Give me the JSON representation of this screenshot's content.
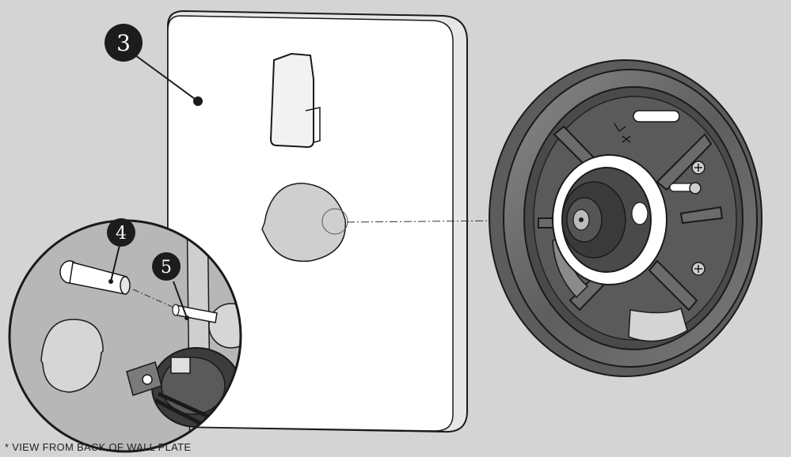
{
  "callouts": [
    {
      "id": "3",
      "label": "3"
    },
    {
      "id": "4",
      "label": "4"
    },
    {
      "id": "5",
      "label": "5"
    }
  ],
  "footnote": "* VIEW FROM BACK OF WALL PLATE",
  "colors": {
    "background": "#d4d4d4",
    "plate": "#ffffff",
    "plate_edge": "#e6e6e6",
    "outline": "#1a1a1a",
    "ring": "#6e6e6e",
    "mechanism": "#3a3a3a",
    "callout_fill": "#1c1c1c"
  }
}
